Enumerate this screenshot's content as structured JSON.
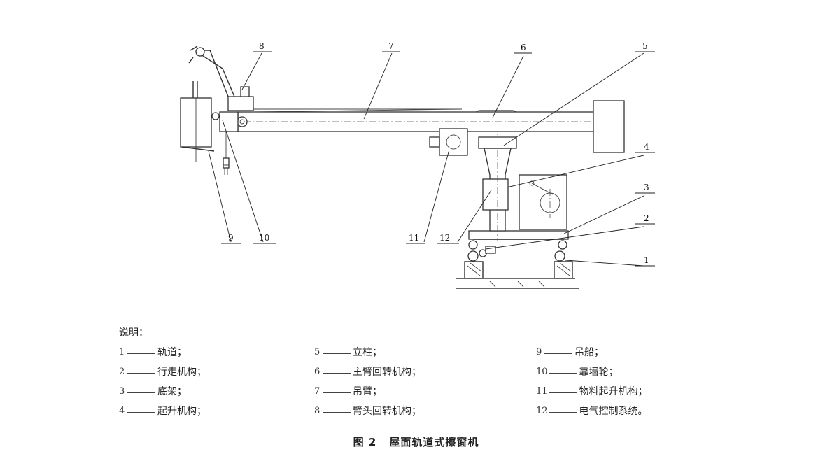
{
  "labels": {
    "l1": "1",
    "l2": "2",
    "l3": "3",
    "l4": "4",
    "l5": "5",
    "l6": "6",
    "l7": "7",
    "l8": "8",
    "l9": "9",
    "l10": "10",
    "l11": "11",
    "l12": "12"
  },
  "legend": {
    "title": "说明：",
    "items": [
      {
        "num": "1",
        "text": "轨道；"
      },
      {
        "num": "2",
        "text": "行走机构；"
      },
      {
        "num": "3",
        "text": "底架；"
      },
      {
        "num": "4",
        "text": "起升机构；"
      },
      {
        "num": "5",
        "text": "立柱；"
      },
      {
        "num": "6",
        "text": "主臂回转机构；"
      },
      {
        "num": "7",
        "text": "吊臂；"
      },
      {
        "num": "8",
        "text": "臂头回转机构；"
      },
      {
        "num": "9",
        "text": "吊船；"
      },
      {
        "num": "10",
        "text": "靠墙轮；"
      },
      {
        "num": "11",
        "text": "物料起升机构；"
      },
      {
        "num": "12",
        "text": "电气控制系统。"
      }
    ]
  },
  "caption": {
    "figure": "图 2",
    "title": "屋面轨道式擦窗机"
  }
}
